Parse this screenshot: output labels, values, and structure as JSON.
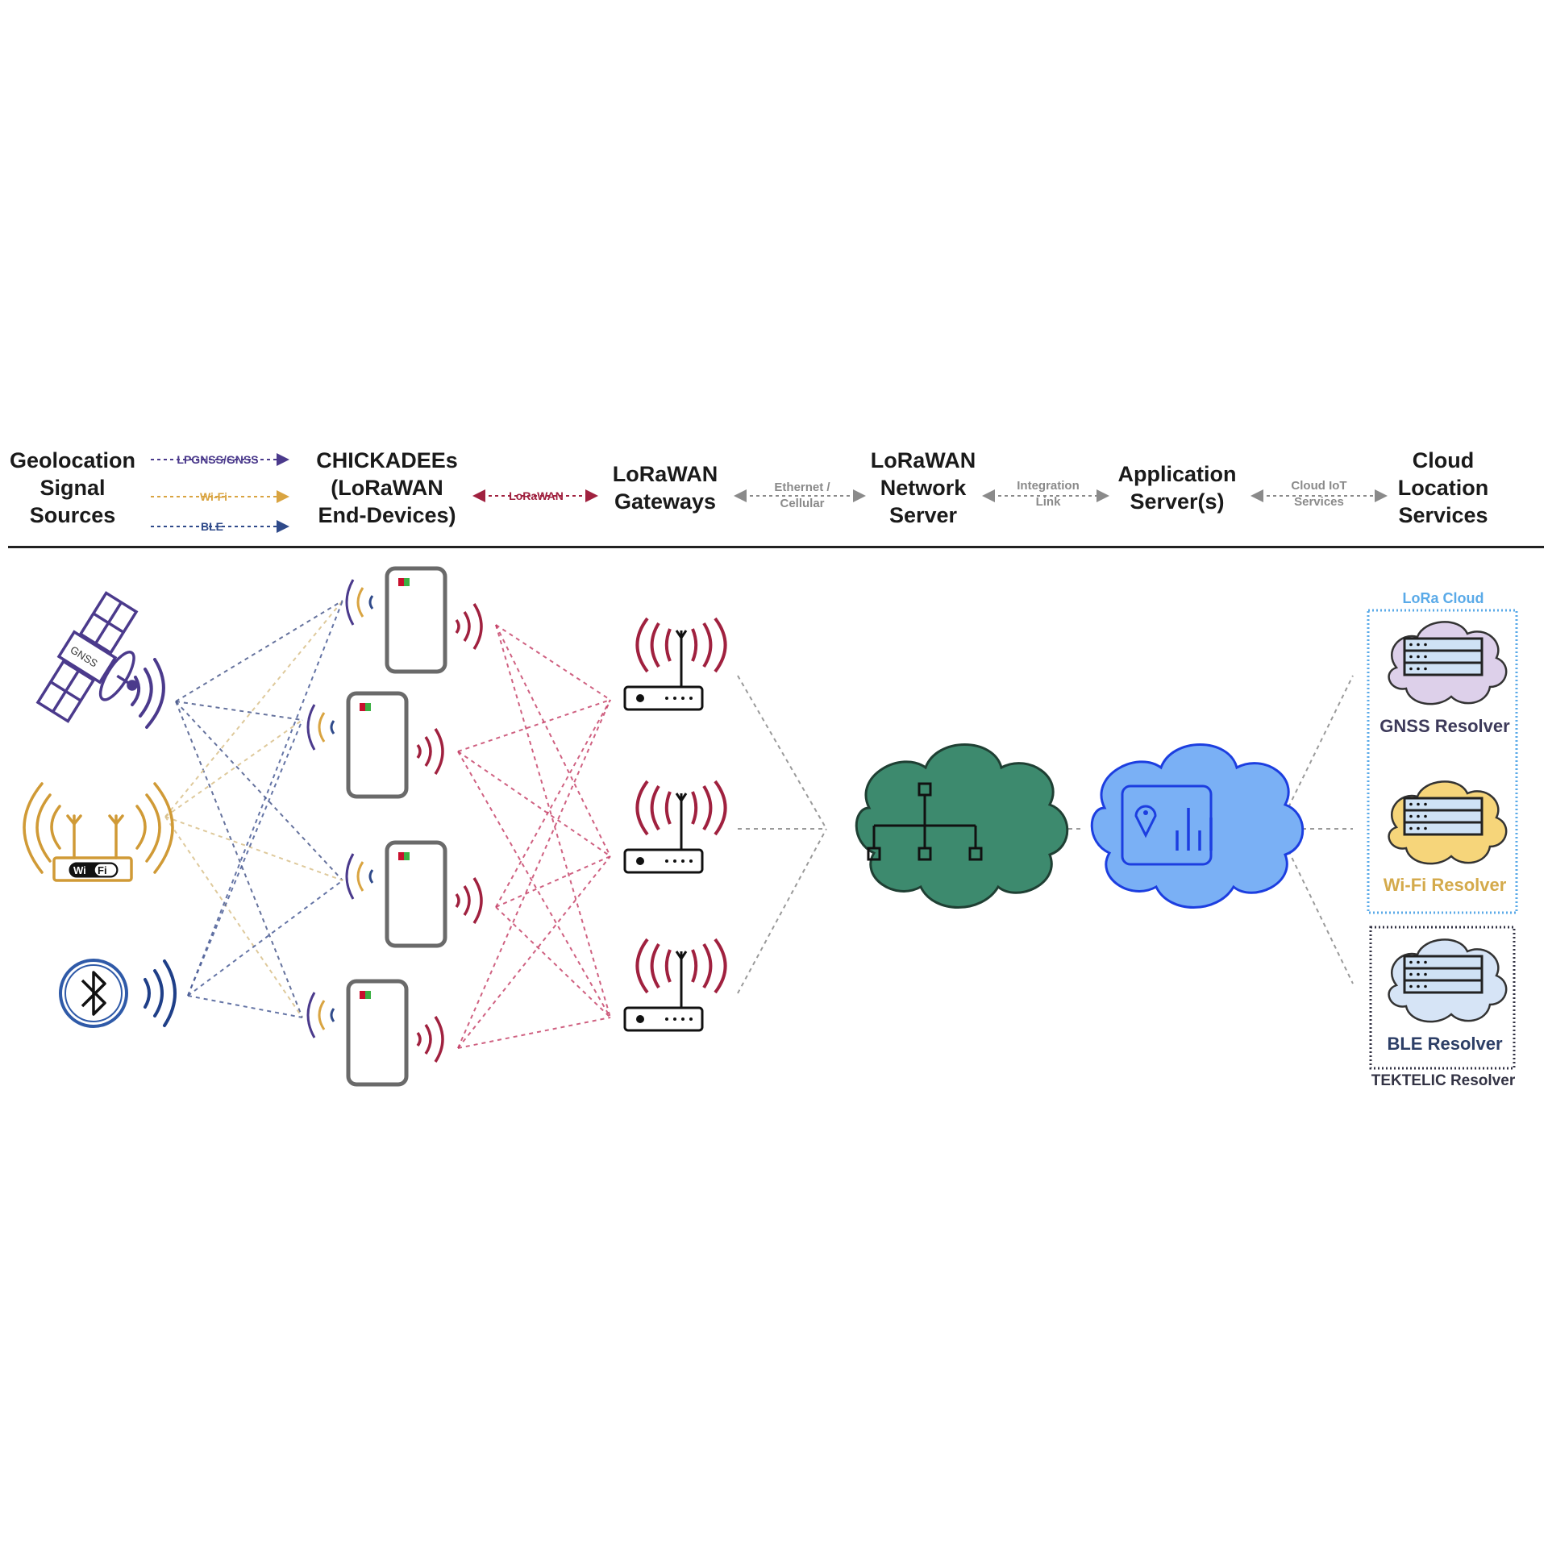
{
  "header": {
    "columns": [
      {
        "id": "sources",
        "lines": [
          "Geolocation",
          "Signal",
          "Sources"
        ]
      },
      {
        "id": "devices",
        "lines": [
          "CHICKADEEs",
          "(LoRaWAN",
          "End-Devices)"
        ]
      },
      {
        "id": "gateways",
        "lines": [
          "LoRaWAN",
          "Gateways"
        ]
      },
      {
        "id": "network",
        "lines": [
          "LoRaWAN",
          "Network",
          "Server"
        ]
      },
      {
        "id": "appserver",
        "lines": [
          "Application",
          "Server(s)"
        ]
      },
      {
        "id": "cloud",
        "lines": [
          "Cloud",
          "Location",
          "Services"
        ]
      }
    ],
    "source_links": [
      {
        "label": "LPGNSS/GNSS",
        "color": "#4b3a8c"
      },
      {
        "label": "Wi-Fi",
        "color": "#d9a441"
      },
      {
        "label": "BLE",
        "color": "#2f4a8a"
      }
    ],
    "links": [
      {
        "id": "lorawan",
        "lines": [
          "LoRaWAN"
        ],
        "color": "#a0213f"
      },
      {
        "id": "ethernet",
        "lines": [
          "Ethernet /",
          "Cellular"
        ],
        "color": "#8a8a8a"
      },
      {
        "id": "integration",
        "lines": [
          "Integration",
          "Link"
        ],
        "color": "#8a8a8a"
      },
      {
        "id": "cloud-iot",
        "lines": [
          "Cloud IoT",
          "Services"
        ],
        "color": "#8a8a8a"
      }
    ]
  },
  "sources": [
    {
      "id": "gnss-satellite",
      "badge": "GNSS",
      "color": "#4b3a8c"
    },
    {
      "id": "wifi-router",
      "badge_left": "Wi",
      "badge_right": "Fi",
      "color": "#d09a36"
    },
    {
      "id": "bluetooth-beacon",
      "color": "#2f5aa8"
    }
  ],
  "devices": {
    "count": 4,
    "led_colors": [
      "#c8102e",
      "#3cb043"
    ]
  },
  "gateways": {
    "count": 3,
    "wave_color": "#a0213f"
  },
  "network_server": {
    "fill": "#3d8a6e",
    "stroke": "#1f3f33"
  },
  "app_server": {
    "fill": "#7ab0f5",
    "stroke": "#1c3ee0"
  },
  "resolvers": {
    "lora_cloud_title": "LoRa Cloud",
    "tektelic_title": "TEKTELIC Resolver",
    "items": [
      {
        "label": "GNSS Resolver",
        "fill": "#ddd0ea",
        "label_color": "#3d3a5a"
      },
      {
        "label": "Wi-Fi Resolver",
        "fill": "#f6d57a",
        "label_color": "#d4aa4c"
      },
      {
        "label": "BLE Resolver",
        "fill": "#d6e4f6",
        "label_color": "#2c3e66"
      }
    ],
    "lora_cloud_color": "#5aaae8",
    "tektelic_color": "#333344"
  }
}
